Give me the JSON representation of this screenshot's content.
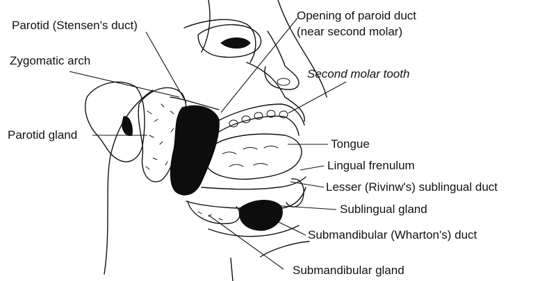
{
  "diagram": {
    "labels": {
      "parotid_duct": "Parotid (Stensen's duct)",
      "duct_opening_line1": "Opening of paroid duct",
      "duct_opening_line2": "(near second molar)",
      "zygomatic_arch": "Zygomatic arch",
      "second_molar": "Second molar tooth",
      "parotid_gland": "Parotid gland",
      "tongue": "Tongue",
      "lingual_frenulum": "Lingual frenulum",
      "lesser_sublingual_duct": "Lesser (Rivinw's) sublingual duct",
      "sublingual_gland": "Sublingual gland",
      "submandibular_duct": "Submandibular (Wharton's) duct",
      "submandibular_gland": "Submandibular gland"
    },
    "colors": {
      "ink": "#111111",
      "background": "#ffffff"
    }
  }
}
